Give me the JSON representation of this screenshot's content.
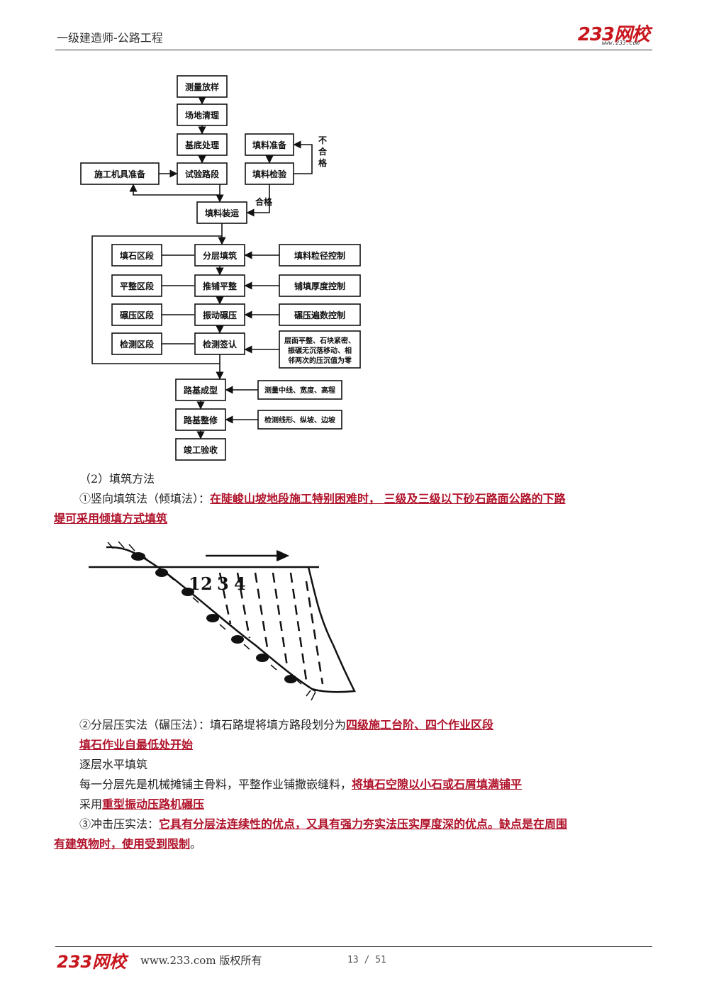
{
  "header": {
    "title": "一级建造师-公路工程",
    "logo": "233网校",
    "logo_url": "www.233.com"
  },
  "flowchart": {
    "main": [
      "测量放样",
      "场地清理",
      "基底处理",
      "试验路段",
      "填料装运",
      "分层填筑",
      "推铺平整",
      "振动碾压",
      "检测签认",
      "路基成型",
      "路基整修",
      "竣工验收"
    ],
    "left_top": "施工机具准备",
    "fill_prep": "填料准备",
    "fill_check": "填料检验",
    "unqualified": [
      "不",
      "合",
      "格"
    ],
    "qualified": "合格",
    "sections": [
      "填石区段",
      "平整区段",
      "碾压区段",
      "检测区段"
    ],
    "controls": [
      "填料粒径控制",
      "铺填厚度控制",
      "碾压遍数控制"
    ],
    "inspect_lines": [
      "层面平整、石块紧密、",
      "振碾无沉落移动、相",
      "邻两次的压沉值为零"
    ],
    "after1": "测量中线、宽度、高程",
    "after2": "检测线形、纵坡、边坡"
  },
  "body": {
    "heading": "（2）填筑方法",
    "m1_prefix": "①竖向填筑法（倾填法）：",
    "m1_line1": "在陡峻山坡地段施工特别困难时， 三级及三级以下砂石路面公路的下路",
    "m1_line2": "堤可采用倾填方式填筑",
    "diagram_labels": [
      "1",
      "2",
      "3",
      "4"
    ],
    "m2_prefix": "②分层压实法（碾压法）：填石路堤将填方路段划分为",
    "m2_ul": "四级施工台阶、四个作业区段",
    "m2_l2": "填石作业自最低处开始",
    "m2_l3": "逐层水平填筑",
    "m2_l4_prefix": "每一分层先是机械摊铺主骨料，平整作业铺撒嵌缝料，",
    "m2_l4_ul": "将填石空隙以小石或石屑填满铺平",
    "m2_l5_prefix": "采用",
    "m2_l5_ul": "重型振动压路机碾压",
    "m3_prefix": "③冲击压实法：",
    "m3_line1": "它具有分层法连续性的优点，又具有强力夯实法压实厚度深的优点。缺点是在周围",
    "m3_line2": "有建筑物时，使用受到限制",
    "m3_end": "。"
  },
  "footer": {
    "logo": "233网校",
    "copyright": "www.233.com 版权所有",
    "page": "13 / 51"
  }
}
